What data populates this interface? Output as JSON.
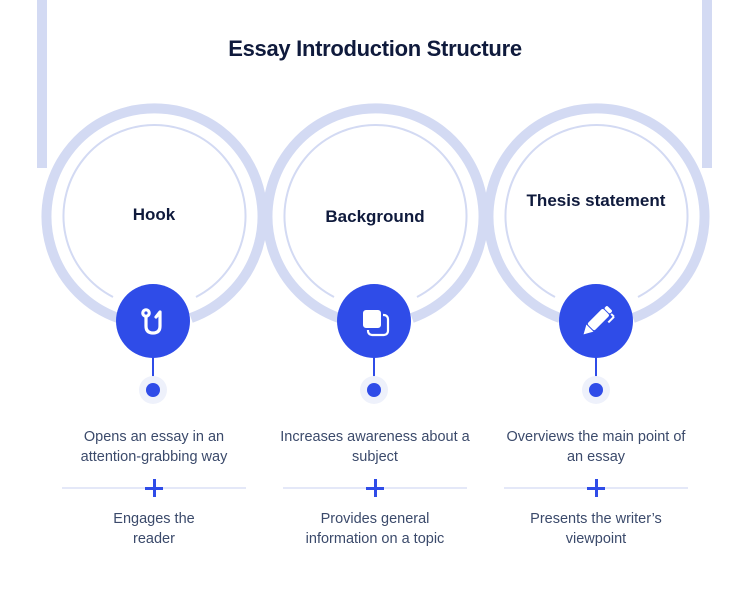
{
  "title": "Essay Introduction Structure",
  "colors": {
    "accent": "#2f4ce8",
    "frame": "#d3daf3",
    "heading": "#0f1a3c",
    "body_text": "#3b4a6b"
  },
  "steps": [
    {
      "label": "Hook",
      "icon": "fishing-hook-icon",
      "purpose": "Opens an essay in an attention-grabbing way",
      "effect": "Engages the reader"
    },
    {
      "label": "Background",
      "icon": "stacked-squares-icon",
      "purpose": "Increases awareness about a subject",
      "effect": "Provides general information on a topic"
    },
    {
      "label": "Thesis statement",
      "icon": "pen-icon",
      "purpose": "Overviews the main point of an essay",
      "effect": "Presents the writer’s viewpoint"
    }
  ]
}
